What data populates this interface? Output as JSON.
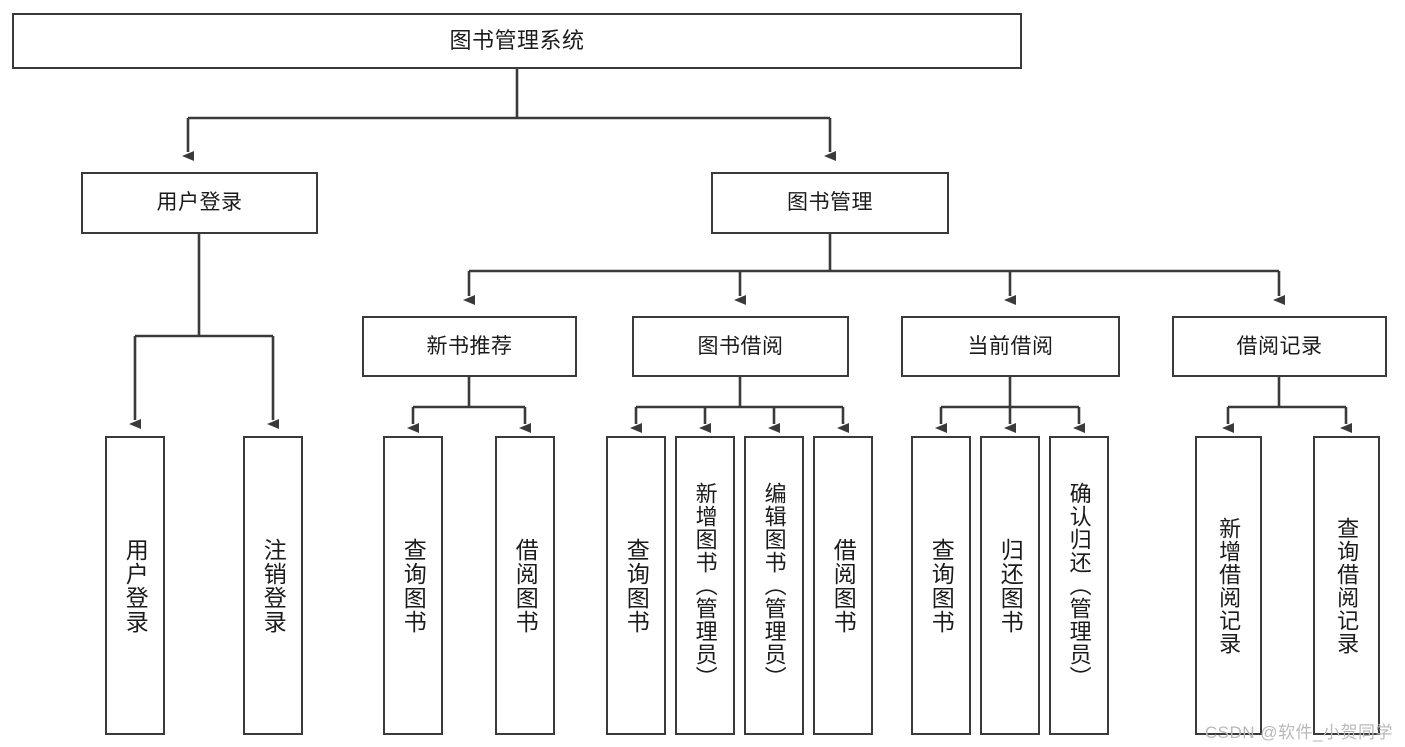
{
  "diagram": {
    "title": "图书管理系统",
    "type": "tree-hierarchy-diagram",
    "root": {
      "label": "图书管理系统"
    },
    "level2": [
      {
        "label": "用户登录"
      },
      {
        "label": "图书管理"
      }
    ],
    "level3": [
      {
        "label": "新书推荐"
      },
      {
        "label": "图书借阅"
      },
      {
        "label": "当前借阅"
      },
      {
        "label": "借阅记录"
      }
    ],
    "leaves": {
      "user_login": [
        {
          "label": "用户登录"
        },
        {
          "label": "注销登录"
        }
      ],
      "new_book_recommend": [
        {
          "label": "查询图书"
        },
        {
          "label": "借阅图书"
        }
      ],
      "book_borrow": [
        {
          "label": "查询图书"
        },
        {
          "label": "新增图书（管理员）"
        },
        {
          "label": "编辑图书（管理员）"
        },
        {
          "label": "借阅图书"
        }
      ],
      "current_borrow": [
        {
          "label": "查询图书"
        },
        {
          "label": "归还图书"
        },
        {
          "label": "确认归还（管理员）"
        }
      ],
      "borrow_record": [
        {
          "label": "新增借阅记录"
        },
        {
          "label": "查询借阅记录"
        }
      ]
    },
    "watermark": "CSDN @软件_小贺同学",
    "colors": {
      "stroke": "#3a3a3a",
      "fill": "#ffffff",
      "text": "#1b1b1b",
      "watermark": "#b9b9b9"
    }
  }
}
